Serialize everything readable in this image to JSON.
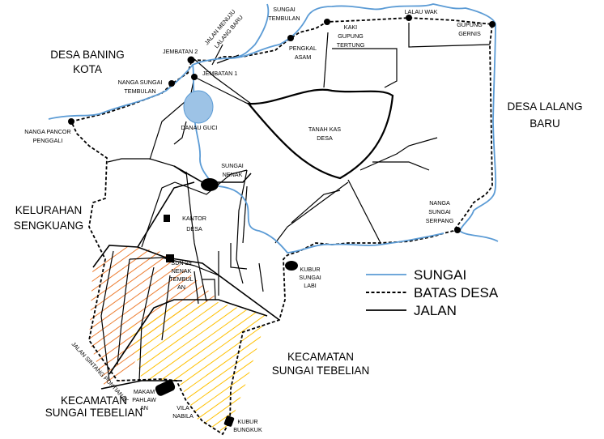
{
  "labels": {
    "desa_baning_kota_1": "DESA BANING",
    "desa_baning_kota_2": "KOTA",
    "desa_lalang_baru_1": "DESA LALANG",
    "desa_lalang_baru_2": "BARU",
    "kelurahan_sengkuang_1": "KELURAHAN",
    "kelurahan_sengkuang_2": "SENGKUANG",
    "kecamatan_sungai_tebelian_right_1": "KECAMATAN",
    "kecamatan_sungai_tebelian_right_2": "SUNGAI TEBELIAN",
    "kecamatan_sungai_tebelian_left_1": "KECAMATAN",
    "kecamatan_sungai_tebelian_left_2": "SUNGAI TEBELIAN",
    "sungai_tembulan_1": "SUNGAI",
    "sungai_tembulan_2": "TEMBULAN",
    "lalau_wak": "LALAU WAK",
    "gupung_gernis_1": "GUPUNG",
    "gupung_gernis_2": "GERNIS",
    "kaki_gupung_tertung_1": "KAKI",
    "kaki_gupung_tertung_2": "GUPUNG",
    "kaki_gupung_tertung_3": "TERTUNG",
    "pengkal_asam_1": "PENGKAL",
    "pengkal_asam_2": "ASAM",
    "jalan_menuju_lalang_baru_1": "JALAN MENUJU",
    "jalan_menuju_lalang_baru_2": "LALANG BARU",
    "jembatan_2": "JEMBATAN 2",
    "jembatan_1": "JEMBATAN 1",
    "nanga_sungai_tembulan_1": "NANGA SUNGAI",
    "nanga_sungai_tembulan_2": "TEMBULAN",
    "nanga_pancor_penggali_1": "NANGA PANCOR",
    "nanga_pancor_penggali_2": "PENGGALI",
    "danau_guci": "DANAU GUCI",
    "tanah_kas_desa_1": "TANAH KAS",
    "tanah_kas_desa_2": "DESA",
    "sungai_nenak_1": "SUNGAI",
    "sungai_nenak_2": "NENAK",
    "kantor_desa_1": "KANTOR",
    "kantor_desa_2": "DESA",
    "nanga_sungai_serpang_1": "NANGA",
    "nanga_sungai_serpang_2": "SUNGAI",
    "nanga_sungai_serpang_3": "SERPANG",
    "sdn_1": "SDN 29",
    "sdn_2": "NENAK",
    "sdn_3": "TEMBUL",
    "sdn_4": "AN",
    "kubur_sungai_labi_1": "KUBUR",
    "kubur_sungai_labi_2": "SUNGAI",
    "kubur_sungai_labi_3": "LABI",
    "jalan_sintang_pontianak": "JALAN SINTANG PONTIANAK",
    "makam_pahlawan_1": "MAKAM",
    "makam_pahlawan_2": "PAHLAW",
    "makam_pahlawan_3": "AN",
    "vila_nabila_1": "VILA",
    "vila_nabila_2": "NABILA",
    "kubur_bungkuk_1": "KUBUR",
    "kubur_bungkuk_2": "BUNGKUK"
  },
  "legend": {
    "sungai": "SUNGAI",
    "batas_desa": "BATAS DESA",
    "jalan": "JALAN"
  },
  "colors": {
    "river": "#5b9bd5",
    "lake": "#9dc3e6",
    "boundary": "#000000",
    "road": "#000000",
    "hatch_orange": "#ed7d31",
    "hatch_yellow": "#ffc000"
  }
}
